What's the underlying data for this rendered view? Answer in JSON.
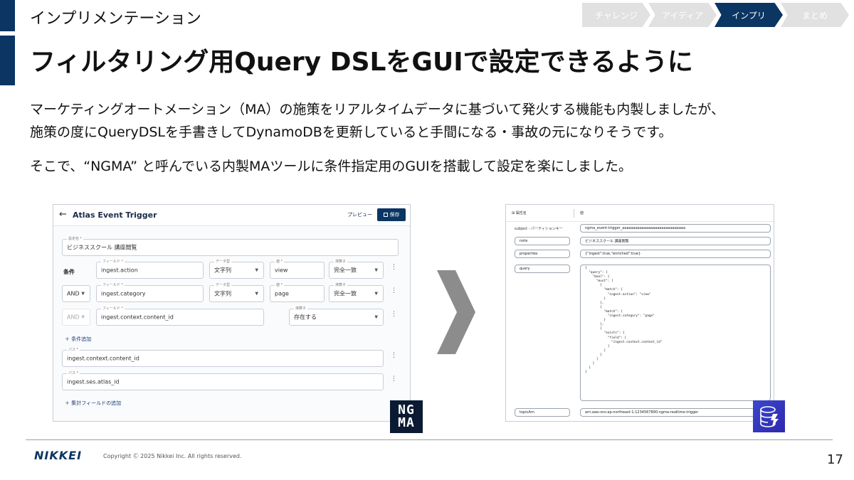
{
  "section_label": "インプリメンテーション",
  "steps": [
    "チャレンジ",
    "アイディア",
    "インプリ",
    "まとめ"
  ],
  "active_step": "インプリ",
  "title": "フィルタリング用Query DSLをGUIで設定できるように",
  "body": {
    "line1": "マーケティングオートメーション（MA）の施策をリアルタイムデータに基づいて発火する機能も内製しましたが、",
    "line2": "施策の度にQueryDSLを手書きしてDynamoDBを更新していると手間になる・事故の元になりそうです。",
    "line3": "そこで、“NGMA” と呼んでいる内製MAツールに条件指定用のGUIを搭載して設定を楽にしました。"
  },
  "form": {
    "title": "Atlas Event Trigger",
    "preview": "プレビュー",
    "save": "保存",
    "setting_name_label": "設定名 *",
    "setting_name_value": "ビジネススクール 講座閲覧",
    "condition_label": "条件",
    "field_label": "フィールド *",
    "datatype_label": "データ型",
    "value_label": "値 *",
    "operator_label": "演算子",
    "row1": {
      "field": "ingest.action",
      "datatype": "文字列",
      "value": "view",
      "operator": "完全一致"
    },
    "row2": {
      "logic": "AND",
      "field": "ingest.category",
      "datatype": "文字列",
      "value": "page",
      "operator": "完全一致"
    },
    "row3": {
      "logic": "AND",
      "field": "ingest.context.content_id",
      "operator": "存在する"
    },
    "add_condition": "条件追加",
    "path_label": "パス *",
    "path1": "ingest.context.content_id",
    "path2": "ingest.ses.atlas_id",
    "add_agg_field": "集計フィールドの追加"
  },
  "ngma_logo": [
    "NG",
    "MA"
  ],
  "db": {
    "attr_header": "属性名",
    "value_header": "値",
    "subject_label": "subject - パーティションキー",
    "subject_value": "ngma_event-trigger_aaaaaaaaaaaaaaaaaaaaaaaaaaaaa",
    "note_label": "note",
    "note_value": "ビジネススクール 講座閲覧",
    "properties_label": "properties",
    "properties_value": "{\"ingest\":true,\"enriched\":true}",
    "query_label": "query",
    "query_value": "{\n  \"query\": {\n    \"bool\": {\n      \"must\": [\n        {\n          \"match\": {\n            \"ingest.action\": \"view\"\n          }\n        },\n        {\n          \"match\": {\n            \"ingest.category\": \"page\"\n          }\n        },\n        {\n          \"exists\": {\n            \"field\": [\n              \"ingest.context.content_id\"\n            ]\n          }\n        }\n      ]\n    }\n  }\n}",
    "topic_label": "topicArn",
    "topic_value": "arn:aws:sns:ap-northeast-1:1234567890:ngma-realtime-trigger"
  },
  "footer": {
    "logo": "NIKKEI",
    "copyright": "Copyright Ⓒ 2025 Nikkei Inc. All rights reserved.",
    "page": "17"
  },
  "colors": {
    "navy": "#0b3563",
    "inactive_step": "#e1e1e1",
    "dynamo": "#3b48cc"
  }
}
